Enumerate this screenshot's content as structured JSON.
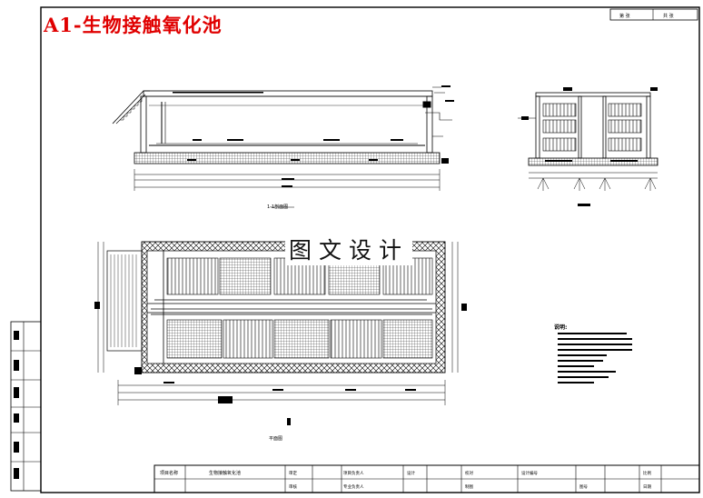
{
  "title": "A1-生物接触氧化池",
  "watermark": "图文设计",
  "views": {
    "section_a": "1-1剖面图",
    "plan": "平面图"
  },
  "notes_heading": "说明:",
  "title_block": {
    "project_name_label": "项目名称",
    "drawing_name": "生物接触氧化池",
    "sheet_label_1": "第 张",
    "sheet_label_2": "共 张",
    "bottom_labels": [
      "审定",
      "审核",
      "设计",
      "校对",
      "制图",
      "专业负责人",
      "项目负责人",
      "设计编号",
      "图号",
      "日期",
      "比例"
    ]
  },
  "colors": {
    "title": "#e00000",
    "line": "#000000"
  }
}
